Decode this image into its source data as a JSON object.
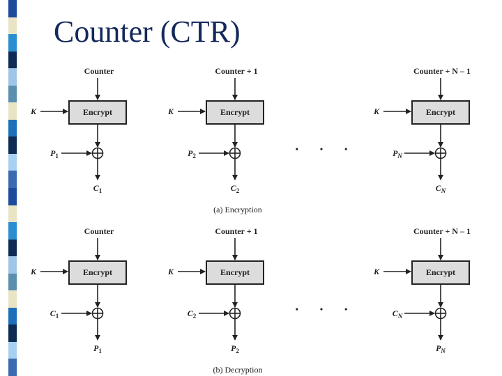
{
  "slide": {
    "title": "Counter (CTR)"
  },
  "diagram": {
    "encryption": {
      "caption": "(a) Encryption",
      "blocks": [
        {
          "counter": "Counter",
          "key": "K",
          "box": "Encrypt",
          "input": "P",
          "input_sub": "1",
          "output": "C",
          "output_sub": "1"
        },
        {
          "counter": "Counter + 1",
          "key": "K",
          "box": "Encrypt",
          "input": "P",
          "input_sub": "2",
          "output": "C",
          "output_sub": "2"
        },
        {
          "counter": "Counter + N – 1",
          "key": "K",
          "box": "Encrypt",
          "input": "P",
          "input_sub": "N",
          "output": "C",
          "output_sub": "N"
        }
      ]
    },
    "decryption": {
      "caption": "(b) Decryption",
      "blocks": [
        {
          "counter": "Counter",
          "key": "K",
          "box": "Encrypt",
          "input": "C",
          "input_sub": "1",
          "output": "P",
          "output_sub": "1"
        },
        {
          "counter": "Counter + 1",
          "key": "K",
          "box": "Encrypt",
          "input": "C",
          "input_sub": "2",
          "output": "P",
          "output_sub": "2"
        },
        {
          "counter": "Counter + N – 1",
          "key": "K",
          "box": "Encrypt",
          "input": "C",
          "input_sub": "N",
          "output": "P",
          "output_sub": "N"
        }
      ]
    },
    "ellipsis": "• • •"
  },
  "colors": {
    "title": "#14285a",
    "stripe": [
      "#1c4a9c",
      "#e8e4c4",
      "#2a8fd0",
      "#0d2b55",
      "#9fc6e8",
      "#5a8fb0",
      "#e8e4c4",
      "#1c6fb8",
      "#0d2b55",
      "#a8d0f0",
      "#3a6ab0"
    ]
  }
}
